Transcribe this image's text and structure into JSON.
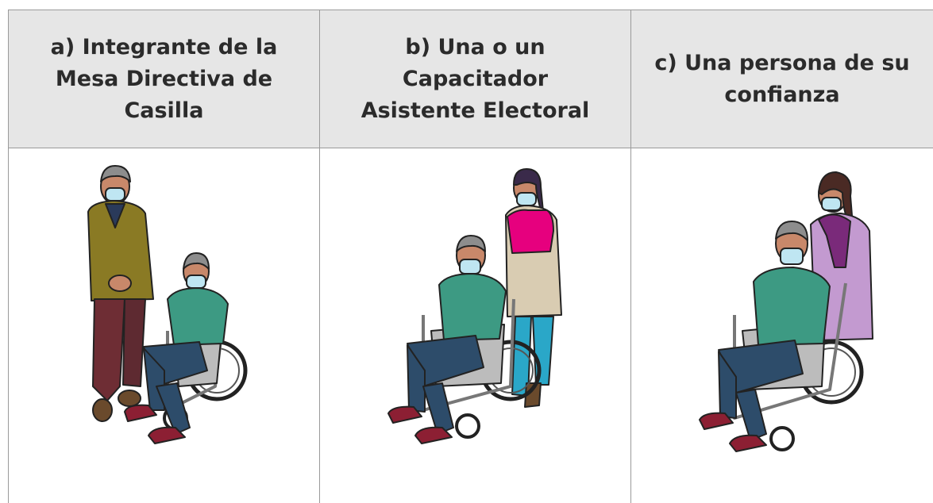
{
  "columns": [
    {
      "heading_lines": [
        "a) Integrante de la",
        "Mesa Directiva de",
        "Casilla"
      ]
    },
    {
      "heading_lines": [
        "b) Una o un",
        "Capacitador",
        "Asistente Electoral"
      ]
    },
    {
      "heading_lines": [
        "c) Una persona de su",
        "confianza"
      ]
    }
  ],
  "icons": {
    "col_a": "official-man-helping-wheelchair-user-icon",
    "col_b": "electoral-assistant-pushing-wheelchair-icon",
    "col_c": "trusted-person-pushing-wheelchair-icon"
  },
  "colors": {
    "header_bg": "#e6e6e6",
    "border": "#9a9a9a",
    "vest_pink": "#e6007e",
    "shirt_teal": "#3d9a83",
    "jacket_olive": "#8a7a24",
    "coat_lilac": "#c39ad0"
  }
}
